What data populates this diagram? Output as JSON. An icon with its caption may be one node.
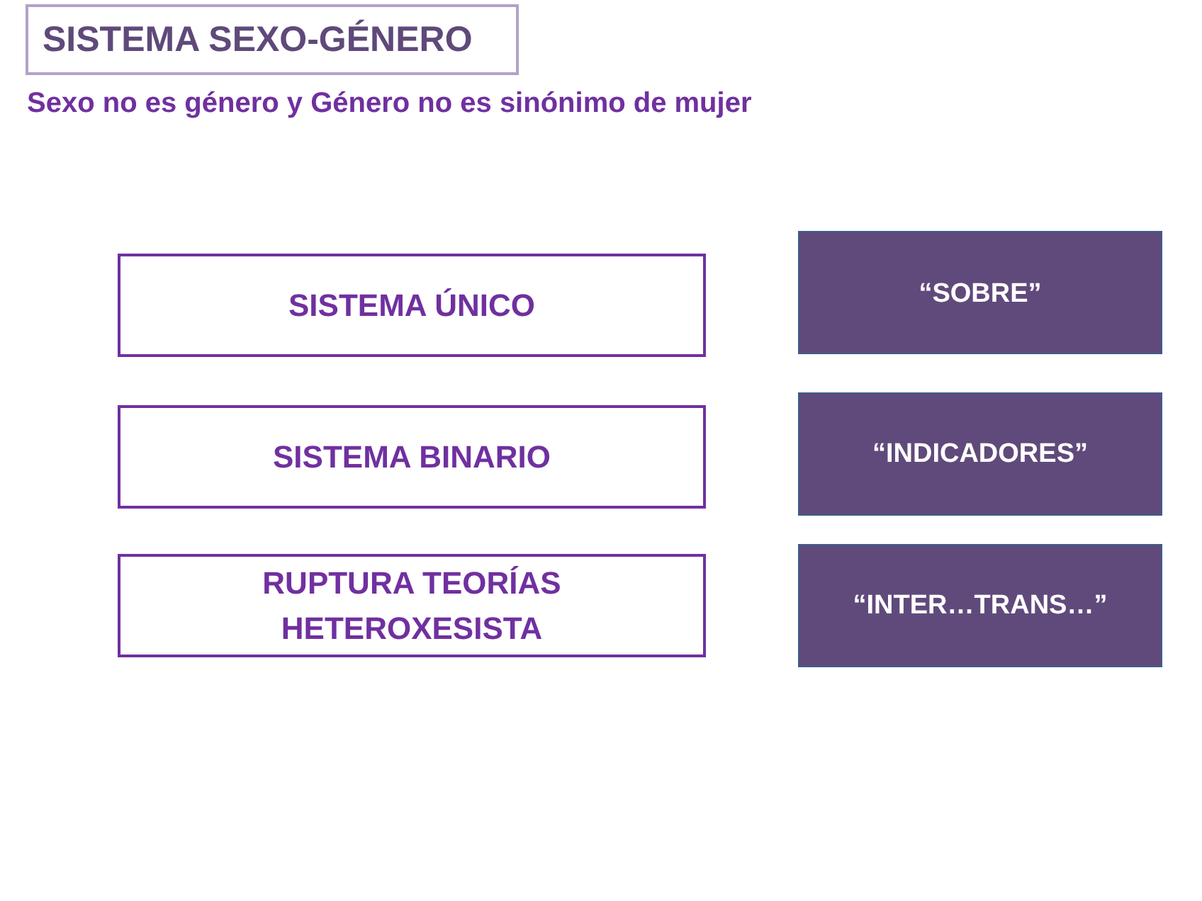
{
  "diagram": {
    "title": "SISTEMA SEXO-GÉNERO",
    "nodes": [
      {
        "text": [
          "SISTEMA ÚNICO"
        ]
      },
      {
        "text": [
          "“SOBRE”"
        ]
      },
      {
        "text": [
          "SISTEMA BINARIO"
        ]
      },
      {
        "text": [
          "“INDICADORES”"
        ]
      },
      {
        "text": [
          "RUPTURA TEORÍAS HETEROXESISTA"
        ]
      },
      {
        "text": [
          "“INTER…TRANS…”"
        ]
      }
    ],
    "labels": [
      "Sexo no es género y Género no es sinónimo de mujer"
    ]
  }
}
